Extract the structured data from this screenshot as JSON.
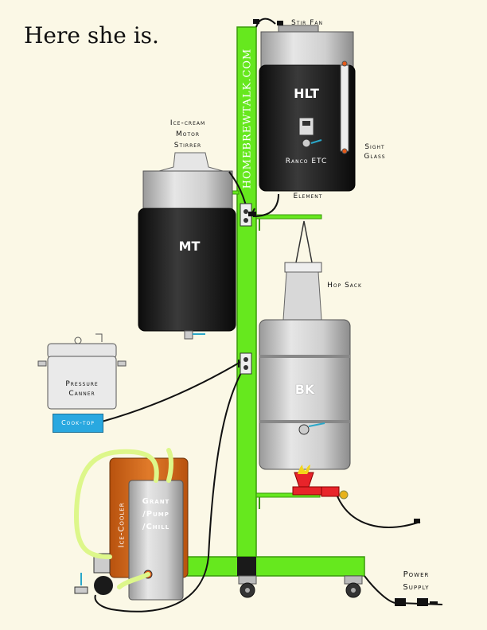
{
  "headline": "Here she is.",
  "watermark": "HOMEBREWTALK.COM",
  "labels": {
    "stir_fan": "Stir Fan",
    "hlt": "HLT",
    "ranco": "Ranco ETC",
    "sight_glass_1": "Sight",
    "sight_glass_2": "Glass",
    "element": "Element",
    "motor_1": "Ice-cream",
    "motor_2": "Motor",
    "motor_3": "Stirrer",
    "mt": "MT",
    "hop_sack": "Hop Sack",
    "bk": "BK",
    "canner_1": "Pressure",
    "canner_2": "Canner",
    "cooktop": "Cook-top",
    "ice_cooler": "Ice-Cooler",
    "grant_1": "Grant",
    "grant_2": "/Pump",
    "grant_3": "/Chill",
    "power_1": "Power",
    "power_2": "Supply"
  },
  "colors": {
    "frame": "#66e81e",
    "frame_edge": "#3a9a0a",
    "vessel_dark": "#1f1f1f",
    "steel": "#c9c9c9",
    "cooler": "#d86a1c",
    "cooktop": "#29a8e0",
    "burner": "#e8242a",
    "hose": "#ddf78a"
  }
}
